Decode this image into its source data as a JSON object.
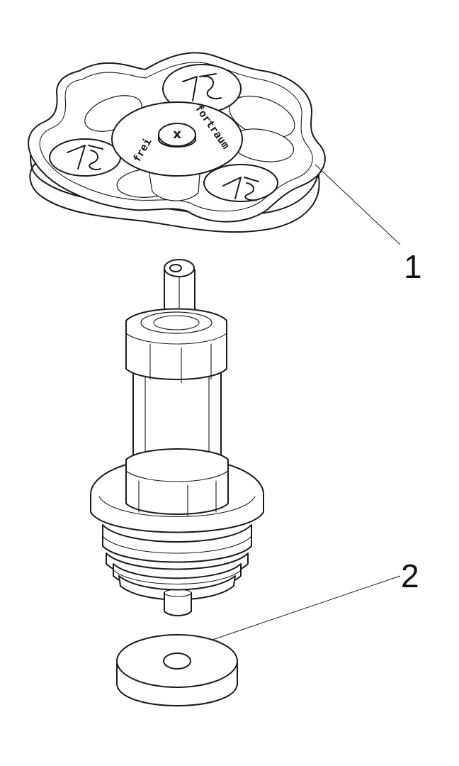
{
  "callouts": {
    "handwheel": "1",
    "washer": "2"
  },
  "handwheel": {
    "rim_text_left": "frei",
    "rim_text_right": "fortraum",
    "cap_mark": "x"
  }
}
